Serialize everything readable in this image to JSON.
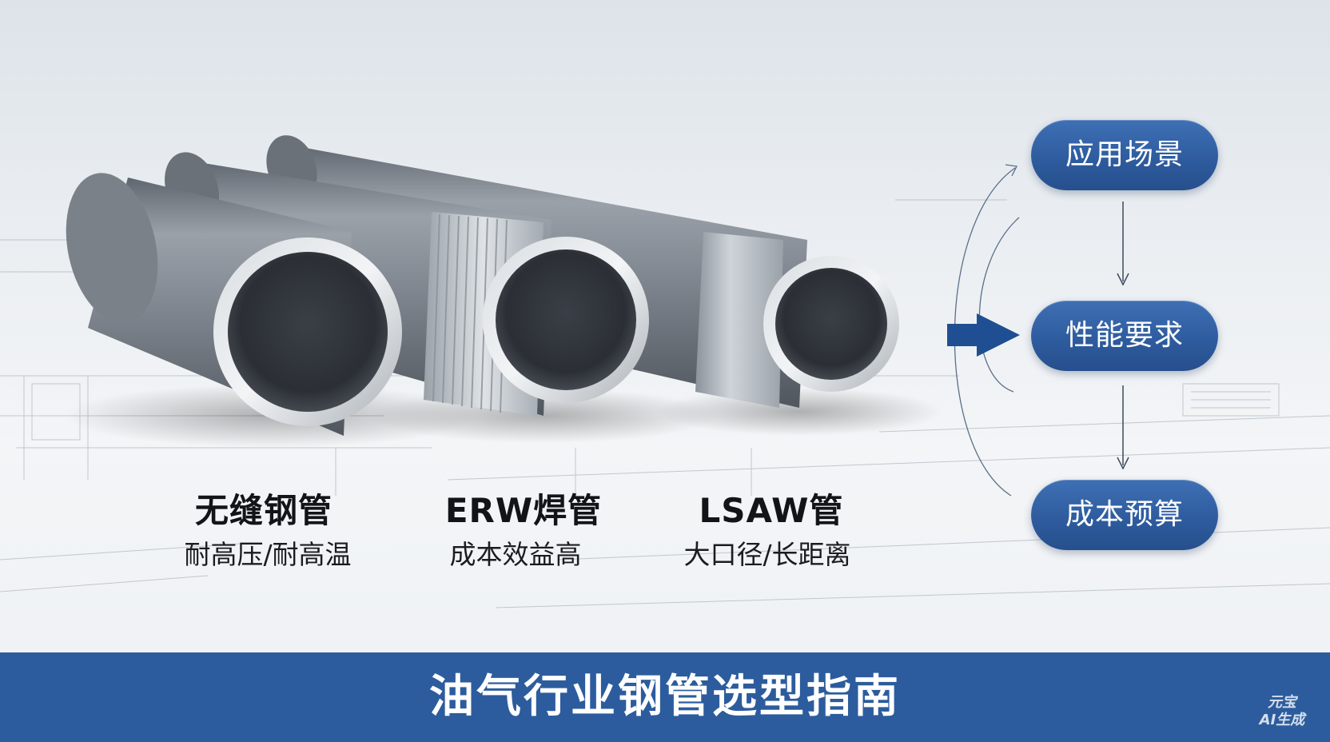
{
  "pipes": [
    {
      "title": "无缝钢管",
      "desc": "耐高压/耐高温"
    },
    {
      "title": "ERW焊管",
      "desc": "成本效益高"
    },
    {
      "title": "LSAW管",
      "desc": "大口径/长距离"
    }
  ],
  "flow": {
    "steps": [
      "应用场景",
      "性能要求",
      "成本预算"
    ]
  },
  "banner": {
    "title": "油气行业钢管选型指南"
  },
  "watermark": {
    "line1": "元宝",
    "line2": "AI生成"
  },
  "colors": {
    "accent_blue": "#2c5c9d",
    "pill_blue": "#3a68ad",
    "pipe_gray": "#7c838c",
    "text_dark": "#121417"
  }
}
